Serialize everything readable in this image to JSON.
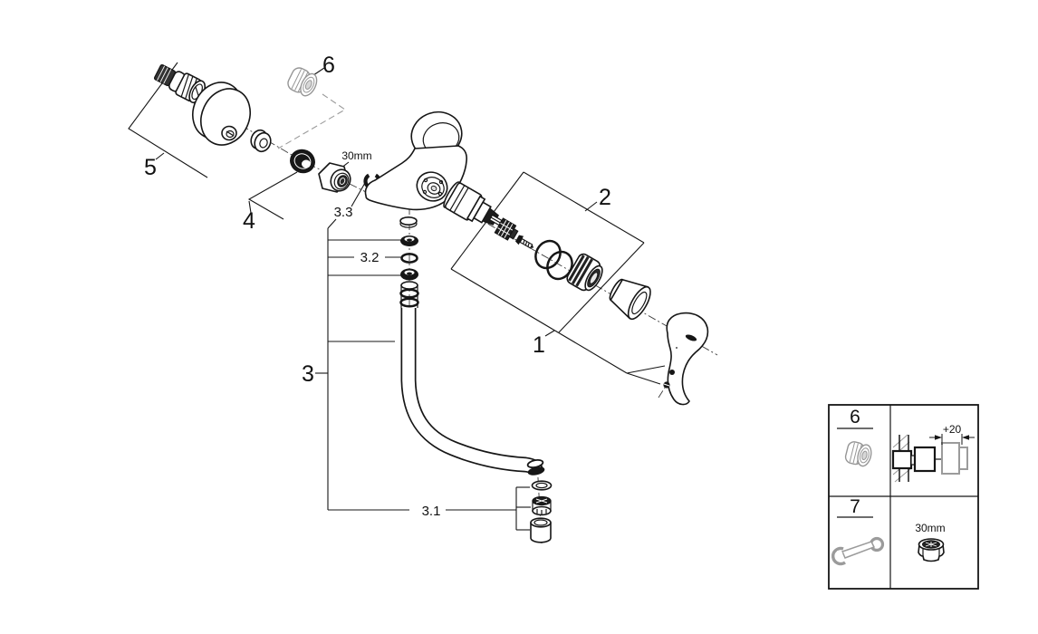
{
  "diagram": {
    "callouts": {
      "n1": "1",
      "n2": "2",
      "n3": "3",
      "n31": "3.1",
      "n32": "3.2",
      "n33": "3.3",
      "n4": "4",
      "n5": "5",
      "n6": "6"
    },
    "labels": {
      "nut_size": "30mm"
    }
  },
  "inset": {
    "row6_num": "6",
    "row7_num": "7",
    "extension_label": "+20",
    "nut_size_label": "30mm"
  },
  "colors": {
    "ink": "#161616",
    "muted": "#9b9b9b",
    "background": "#ffffff"
  }
}
